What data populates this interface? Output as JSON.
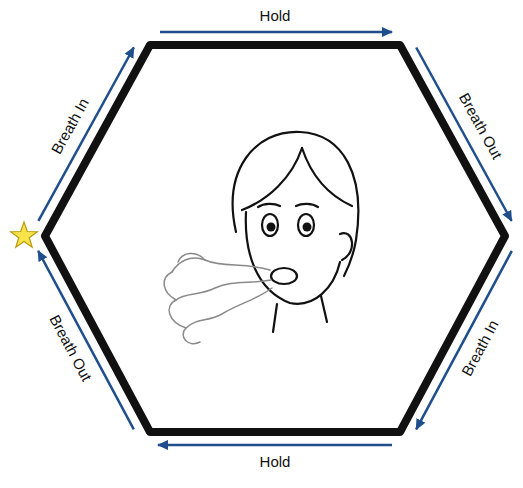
{
  "diagram": {
    "labels": [
      "Breath In",
      "Hold",
      "Breath Out",
      "Breath In",
      "Hold",
      "Breath Out"
    ]
  }
}
